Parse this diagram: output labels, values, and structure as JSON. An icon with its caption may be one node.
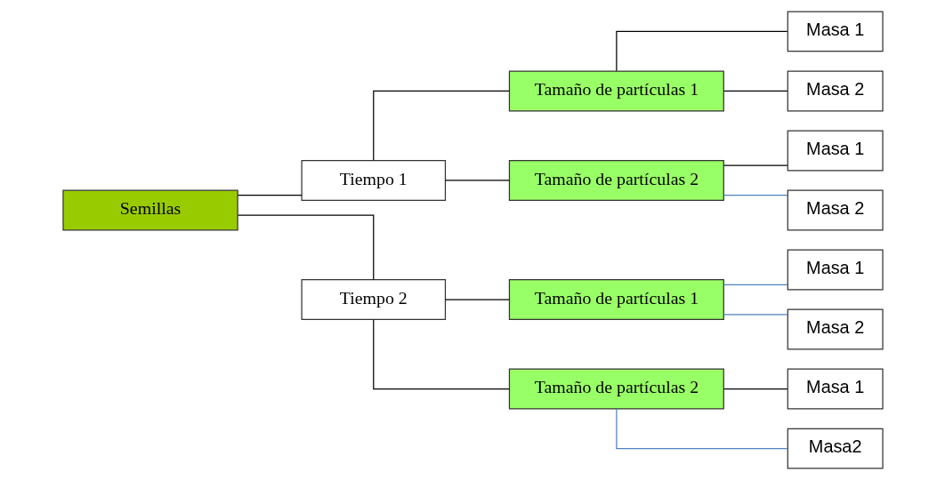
{
  "diagram": {
    "nodes": [
      {
        "text": [
          "Semillas"
        ]
      },
      {
        "text": [
          "Tiempo 1"
        ]
      },
      {
        "text": [
          "Tamaño de partículas 1"
        ]
      },
      {
        "text": [
          "Masa 1"
        ]
      },
      {
        "text": [
          "Masa 2"
        ]
      },
      {
        "text": [
          "Tamaño de partículas 2"
        ]
      },
      {
        "text": [
          "Masa 1"
        ]
      },
      {
        "text": [
          "Masa 2"
        ]
      },
      {
        "text": [
          "Tiempo 2"
        ]
      },
      {
        "text": [
          "Tamaño de partículas 1"
        ]
      },
      {
        "text": [
          "Masa 1"
        ]
      },
      {
        "text": [
          "Masa 2"
        ]
      },
      {
        "text": [
          "Tamaño de partículas 2"
        ]
      },
      {
        "text": [
          "Masa 1"
        ]
      },
      {
        "text": [
          "Masa2"
        ]
      }
    ],
    "edges": [
      {
        "from": 0,
        "to": 1,
        "arrow": "none"
      },
      {
        "from": 0,
        "to": 8,
        "arrow": "none"
      },
      {
        "from": 1,
        "to": 2,
        "arrow": "none"
      },
      {
        "from": 1,
        "to": 5,
        "arrow": "none"
      },
      {
        "from": 2,
        "to": 3,
        "arrow": "none"
      },
      {
        "from": 2,
        "to": 4,
        "arrow": "none"
      },
      {
        "from": 5,
        "to": 6,
        "arrow": "none"
      },
      {
        "from": 5,
        "to": 7,
        "arrow": "none",
        "color": "#4f81bd"
      },
      {
        "from": 8,
        "to": 9,
        "arrow": "none"
      },
      {
        "from": 8,
        "to": 12,
        "arrow": "none"
      },
      {
        "from": 9,
        "to": 10,
        "arrow": "none",
        "color": "#4f81bd"
      },
      {
        "from": 9,
        "to": 11,
        "arrow": "none",
        "color": "#4f81bd"
      },
      {
        "from": 12,
        "to": 13,
        "arrow": "none"
      },
      {
        "from": 12,
        "to": 14,
        "arrow": "none",
        "color": "#4f81bd"
      }
    ]
  }
}
